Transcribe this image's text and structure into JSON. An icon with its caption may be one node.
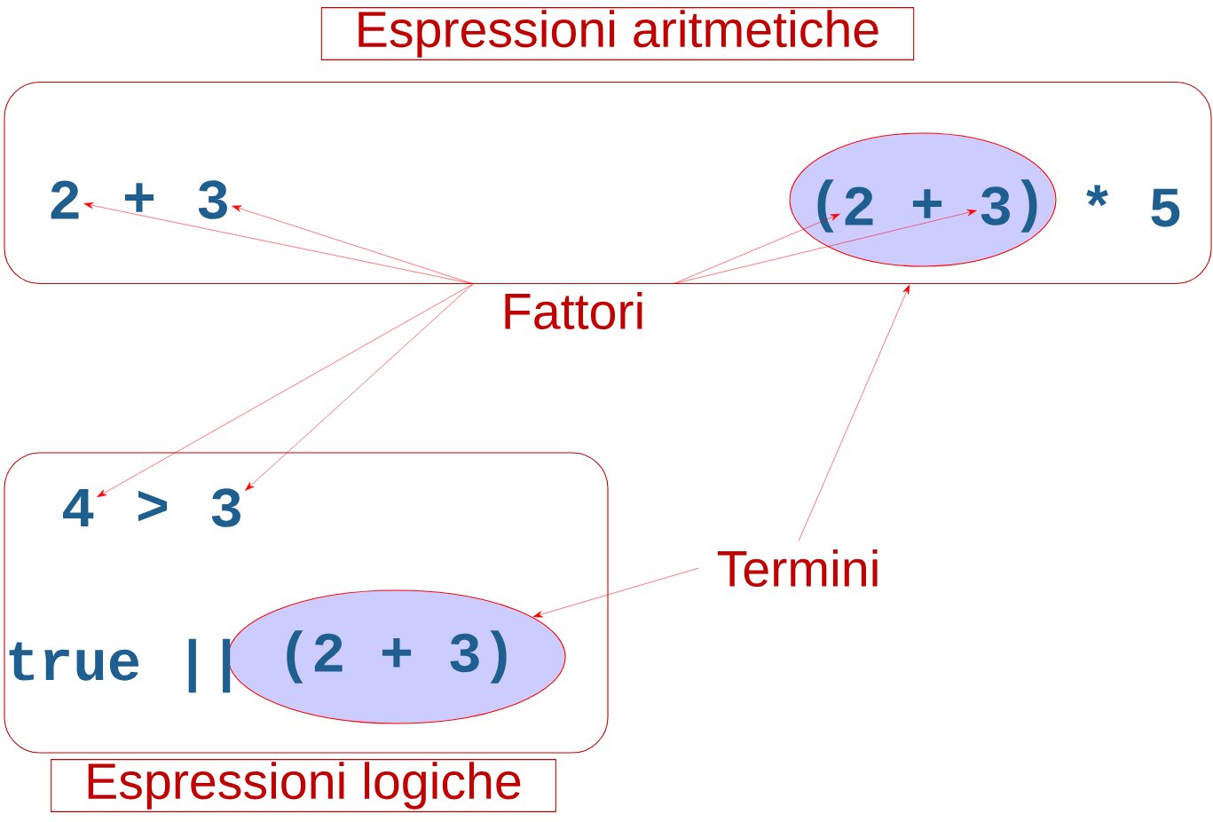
{
  "diagram": {
    "nodes": [
      {
        "text": [
          "Espressioni aritmetiche"
        ]
      },
      {
        "text": [],
        "shape": "box"
      },
      {
        "text": [
          "2"
        ],
        "in": 1
      },
      {
        "text": [
          "3"
        ],
        "in": 1
      },
      {
        "text": [],
        "shape": "ellipse",
        "in": 1
      },
      {
        "text": [
          "2"
        ],
        "in": 4
      },
      {
        "text": [
          "3"
        ],
        "in": 4
      },
      {
        "text": [
          "Fattori"
        ]
      },
      {
        "text": [],
        "shape": "box"
      },
      {
        "text": [
          "4"
        ],
        "in": 8
      },
      {
        "text": [
          "3"
        ],
        "in": 8
      },
      {
        "text": [
          "(2 + 3)"
        ],
        "in": 8
      },
      {
        "text": [
          "Termini"
        ]
      },
      {
        "text": [
          "Espressioni logiche"
        ]
      }
    ],
    "edges": [
      {
        "from": 7,
        "to": 2,
        "arrow": "to"
      },
      {
        "from": 7,
        "to": 3,
        "arrow": "to"
      },
      {
        "from": 7,
        "to": 5,
        "arrow": "to"
      },
      {
        "from": 7,
        "to": 6,
        "arrow": "to"
      },
      {
        "from": 7,
        "to": 9,
        "arrow": "to"
      },
      {
        "from": 7,
        "to": 10,
        "arrow": "to"
      },
      {
        "from": 12,
        "to": 1,
        "arrow": "to"
      },
      {
        "from": 12,
        "to": 11,
        "arrow": "to"
      }
    ],
    "labels": [
      "+",
      "(",
      "+",
      ")",
      "* 5",
      ">",
      "true ||"
    ]
  }
}
